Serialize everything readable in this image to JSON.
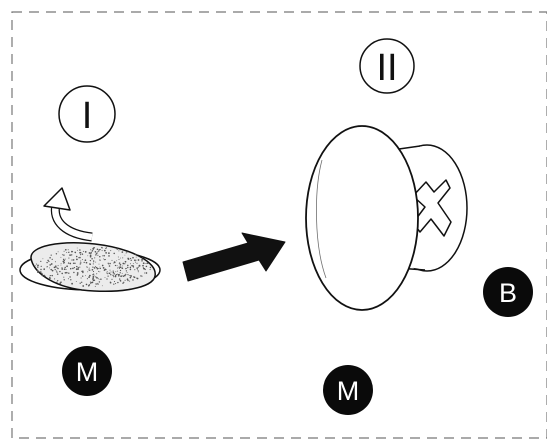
{
  "steps": [
    {
      "label": "I"
    },
    {
      "label": "II"
    }
  ],
  "badges": [
    {
      "label": "M"
    },
    {
      "label": "M"
    },
    {
      "label": "B"
    }
  ],
  "colors": {
    "ink": "#111111",
    "badge_fill": "#0a0a0a",
    "badge_text": "#ffffff",
    "border": "#777777",
    "adhesive_dots": "#555555"
  },
  "icons": [
    "peel-backing-icon",
    "adhesive-pad-icon",
    "direction-arrow-icon",
    "cabinet-knob-icon"
  ]
}
